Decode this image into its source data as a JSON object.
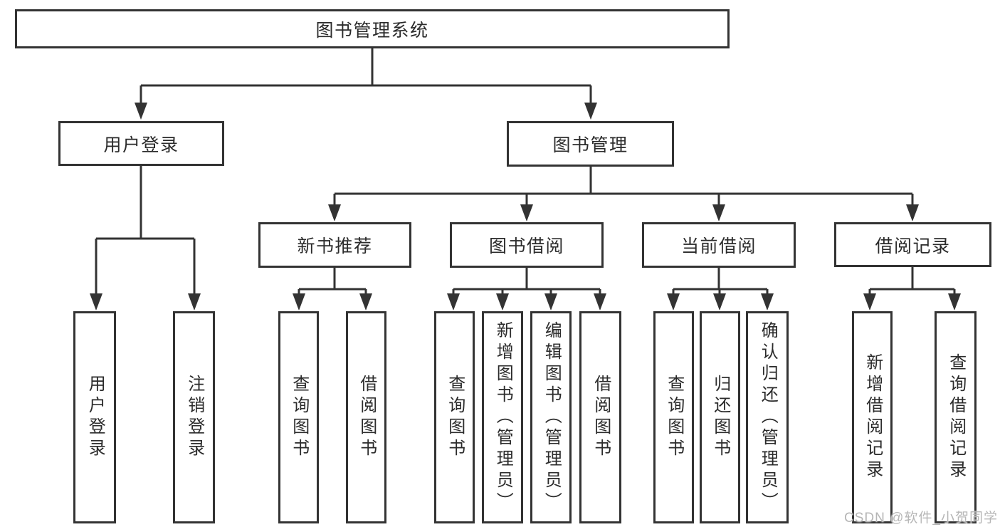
{
  "diagram": {
    "colors": {
      "line": "#333333",
      "text": "#2b2b2b",
      "watermark": "#b6b6b6",
      "background": "#ffffff"
    },
    "root": {
      "label": "图书管理系统",
      "children": [
        {
          "label": "用户登录",
          "children": [
            {
              "label": "用户登录"
            },
            {
              "label": "注销登录"
            }
          ]
        },
        {
          "label": "图书管理",
          "children": [
            {
              "label": "新书推荐",
              "children": [
                {
                  "label": "查询图书"
                },
                {
                  "label": "借阅图书"
                }
              ]
            },
            {
              "label": "图书借阅",
              "children": [
                {
                  "label": "查询图书"
                },
                {
                  "label": "新增图书（管理员）"
                },
                {
                  "label": "编辑图书（管理员）"
                },
                {
                  "label": "借阅图书"
                }
              ]
            },
            {
              "label": "当前借阅",
              "children": [
                {
                  "label": "查询图书"
                },
                {
                  "label": "归还图书"
                },
                {
                  "label": "确认归还（管理员）"
                }
              ]
            },
            {
              "label": "借阅记录",
              "children": [
                {
                  "label": "新增借阅记录"
                },
                {
                  "label": "查询借阅记录"
                }
              ]
            }
          ]
        }
      ]
    },
    "watermark": "CSDN @软件_小贺同学"
  }
}
